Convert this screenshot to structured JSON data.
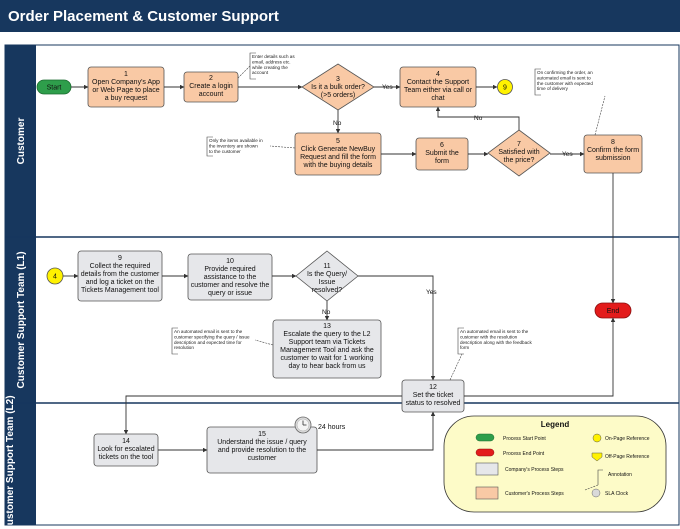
{
  "title": "Order Placement & Customer Support",
  "lanes": [
    "Customer",
    "Customer Support Team (L1)",
    "Customer Support Team (L2)"
  ],
  "terminals": {
    "start": "Start",
    "end": "End"
  },
  "connectors": {
    "c9": "9",
    "c4": "4"
  },
  "steps": {
    "s1": {
      "num": "1",
      "lines": [
        "Open Company's App",
        "or Web Page to place",
        "a buy request"
      ]
    },
    "s2": {
      "num": "2",
      "lines": [
        "Create a login",
        "account"
      ]
    },
    "s3": {
      "num": "3",
      "lines": [
        "Is it a bulk order?",
        "(>5 orders)"
      ]
    },
    "s4": {
      "num": "4",
      "lines": [
        "Contact the Support",
        "Team either via call or",
        "chat"
      ]
    },
    "s5": {
      "num": "5",
      "lines": [
        "Click Generate NewBuy",
        "Request and fill the form",
        "with the buying details"
      ]
    },
    "s6": {
      "num": "6",
      "lines": [
        "Submit the",
        "form"
      ]
    },
    "s7": {
      "num": "7",
      "lines": [
        "Satisfied with",
        "the price?"
      ]
    },
    "s8": {
      "num": "8",
      "lines": [
        "Confirm the form",
        "submission"
      ]
    },
    "s9": {
      "num": "9",
      "lines": [
        "Collect the required",
        "details from the customer",
        "and log a ticket on the",
        "Tickets Management tool"
      ]
    },
    "s10": {
      "num": "10",
      "lines": [
        "Provide required",
        "assistance to the",
        "customer and resolve the",
        "query or issue"
      ]
    },
    "s11": {
      "num": "11",
      "lines": [
        "Is the Query/",
        "Issue",
        "resolved?"
      ]
    },
    "s12": {
      "num": "12",
      "lines": [
        "Set the ticket",
        "status to resolved"
      ]
    },
    "s13": {
      "num": "13",
      "lines": [
        "Escalate the query to the L2",
        "Support team via Tickets",
        "Management Tool and ask the",
        "customer to wait for 1 working",
        "day to hear back from us"
      ]
    },
    "s14": {
      "num": "14",
      "lines": [
        "Look for escalated",
        "tickets on the tool"
      ]
    },
    "s15": {
      "num": "15",
      "lines": [
        "Understand the issue / query",
        "and provide resolution to the",
        "customer"
      ]
    }
  },
  "edge_labels": {
    "yes3": "Yes",
    "no3": "No",
    "no7": "No",
    "yes7": "Yes",
    "no11": "No",
    "yes11": "Yes"
  },
  "annotations": {
    "a2": [
      "Enter details such as",
      "email, address etc.",
      "while creating the",
      "account"
    ],
    "a5": [
      "Only the items available in",
      "the inventory are shown",
      "to the customer"
    ],
    "a8": [
      "On confirming the order, an",
      "automated email is sent to",
      "the customer with expected",
      "time of delivery"
    ],
    "a13": [
      "An automated email is sent to the",
      "customer specifying the query / issue",
      "description and expected time for",
      "resolution"
    ],
    "a12": [
      "An automated email is sent to the",
      "customer with the resolution",
      "description along with the feedback",
      "form"
    ]
  },
  "sla_label": "24 hours",
  "legend": {
    "title": "Legend",
    "items": [
      "Process Start Point",
      "Process End Point",
      "Company's Process Steps",
      "Customer's Process Steps",
      "On-Page Reference",
      "Off-Page Reference",
      "Annotation",
      "SLA Clock"
    ]
  },
  "colors": {
    "header": "#17375e",
    "lane_band": "#17375e",
    "customer_step": "#f9c9a5",
    "company_step": "#e6e7ea",
    "start": "#2e9e4b",
    "end": "#e31b1b",
    "connector": "#fff200",
    "legend_bg": "#fdfbc8"
  }
}
